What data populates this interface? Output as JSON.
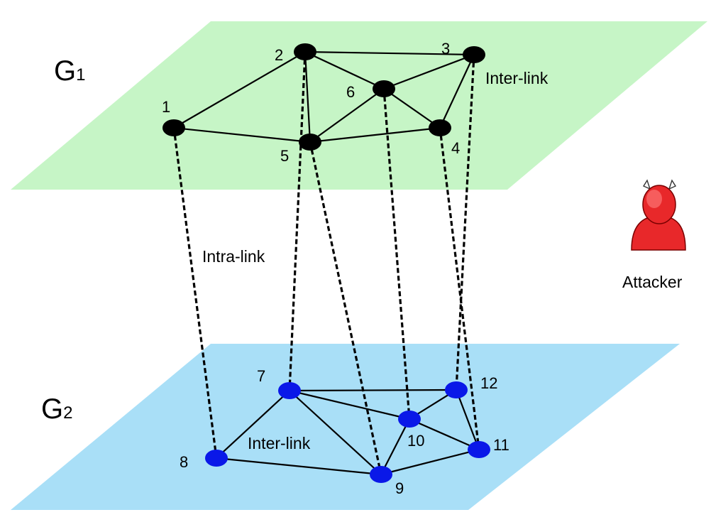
{
  "colors": {
    "plane_top": "#c6f5c6",
    "plane_bottom": "#a9dff7",
    "node_top": "#000000",
    "node_bottom": "#0a18e8",
    "edge": "#000000",
    "attacker": "#e8282a"
  },
  "layers": [
    {
      "label": "G",
      "sub": "1"
    },
    {
      "label": "G",
      "sub": "2"
    }
  ],
  "nodes": [
    {
      "id": "1",
      "layer": 1
    },
    {
      "id": "2",
      "layer": 1
    },
    {
      "id": "3",
      "layer": 1
    },
    {
      "id": "4",
      "layer": 1
    },
    {
      "id": "5",
      "layer": 1
    },
    {
      "id": "6",
      "layer": 1
    },
    {
      "id": "7",
      "layer": 2
    },
    {
      "id": "8",
      "layer": 2
    },
    {
      "id": "9",
      "layer": 2
    },
    {
      "id": "10",
      "layer": 2
    },
    {
      "id": "11",
      "layer": 2
    },
    {
      "id": "12",
      "layer": 2
    }
  ],
  "solid_edges": [
    [
      "1",
      "2"
    ],
    [
      "1",
      "5"
    ],
    [
      "2",
      "3"
    ],
    [
      "2",
      "6"
    ],
    [
      "2",
      "5"
    ],
    [
      "3",
      "6"
    ],
    [
      "3",
      "4"
    ],
    [
      "6",
      "5"
    ],
    [
      "6",
      "4"
    ],
    [
      "5",
      "4"
    ],
    [
      "7",
      "8"
    ],
    [
      "7",
      "12"
    ],
    [
      "7",
      "10"
    ],
    [
      "7",
      "9"
    ],
    [
      "8",
      "9"
    ],
    [
      "12",
      "10"
    ],
    [
      "12",
      "11"
    ],
    [
      "10",
      "9"
    ],
    [
      "10",
      "11"
    ],
    [
      "9",
      "11"
    ]
  ],
  "dashed_edges": [
    [
      "1",
      "8"
    ],
    [
      "2",
      "7"
    ],
    [
      "5",
      "9"
    ],
    [
      "6",
      "10"
    ],
    [
      "4",
      "11"
    ],
    [
      "3",
      "12"
    ]
  ],
  "annotations": {
    "top_link": "Inter-link",
    "middle_link": "Intra-link",
    "bottom_link": "Inter-link",
    "attacker": "Attacker"
  }
}
